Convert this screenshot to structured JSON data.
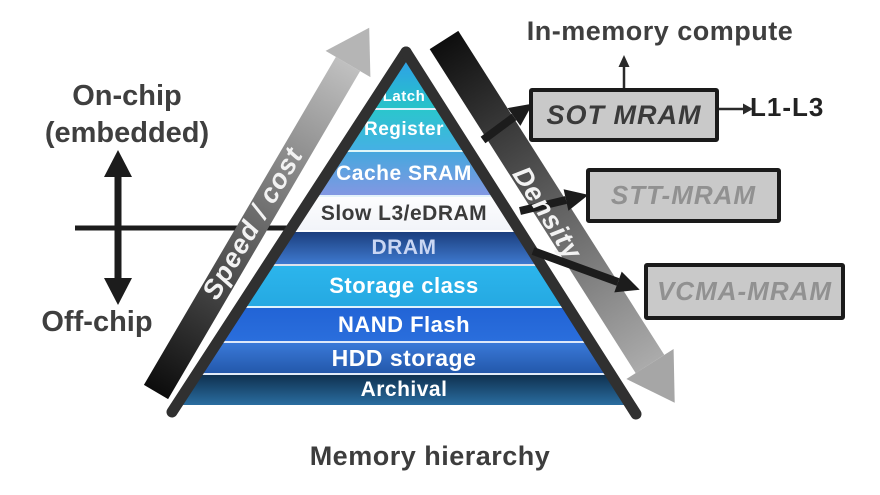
{
  "figure": {
    "caption": "Memory hierarchy",
    "left": {
      "on_chip_line1": "On-chip",
      "on_chip_line2": "(embedded)",
      "off_chip": "Off-chip"
    },
    "pyramid": {
      "speed_axis_label": "Speed / cost",
      "density_axis_label": "Density",
      "layers": [
        {
          "label": "Latch",
          "color_top": "#2f9fe8",
          "color_bottom": "#27c3c9",
          "text_color": "#ffffff"
        },
        {
          "label": "Register",
          "color_top": "#2bc6cd",
          "color_bottom": "#45b0e4",
          "text_color": "#ffffff"
        },
        {
          "label": "Cache SRAM",
          "color_top": "#46a8de",
          "color_bottom": "#8297e2",
          "text_color": "#ffffff"
        },
        {
          "label": "Slow L3/eDRAM",
          "color_top": "#fdfdfe",
          "color_bottom": "#f2f4f9",
          "text_color": "#3b3b3b"
        },
        {
          "label": "DRAM",
          "color_top": "#1c3f7e",
          "color_bottom": "#3e79cf",
          "text_color": "#c9d6f3"
        },
        {
          "label": "Storage class",
          "color_top": "#2cb5ec",
          "color_bottom": "#25a9e2",
          "text_color": "#ffffff"
        },
        {
          "label": "NAND Flash",
          "color_top": "#2264d6",
          "color_bottom": "#2a6edc",
          "text_color": "#ffffff"
        },
        {
          "label": "HDD storage",
          "color_top": "#3a79d8",
          "color_bottom": "#2358ab",
          "text_color": "#ffffff"
        },
        {
          "label": "Archival",
          "color_top": "#0f3150",
          "color_bottom": "#2a6da0",
          "text_color": "#ffffff"
        }
      ]
    },
    "right": {
      "heading": "In-memory compute",
      "boxes": [
        {
          "label": "SOT MRAM",
          "text_color": "#3a3a3a"
        },
        {
          "label": "STT-MRAM",
          "text_color": "#919191"
        },
        {
          "label": "VCMA-MRAM",
          "text_color": "#919191"
        }
      ],
      "cache_levels": "L1-L3"
    },
    "colors": {
      "box_fill": "#c9c9c9",
      "box_border": "#1a1a1a",
      "arrow_black": "#1c1c1c",
      "pyramid_edge": "#303030",
      "band_dark": "#0d0d0d",
      "band_light": "#bdbdbd"
    }
  }
}
